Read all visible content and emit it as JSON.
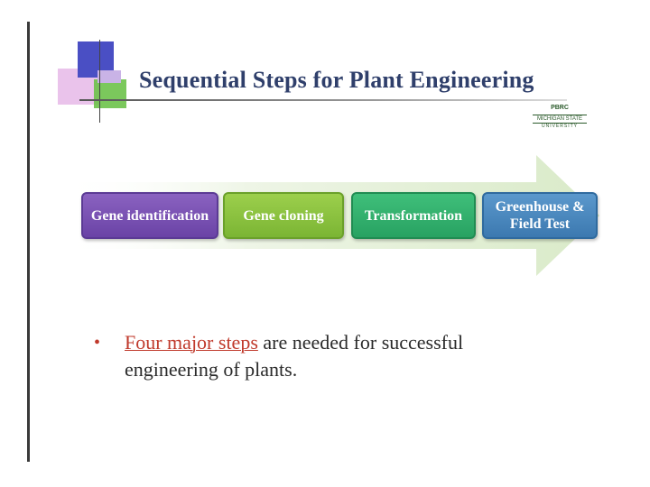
{
  "slide": {
    "title": "Sequential Steps for Plant Engineering",
    "logo": {
      "line1": "PBRC",
      "line2": "MICHIGAN STATE",
      "line3": "UNIVERSITY"
    },
    "steps": [
      {
        "label": "Gene identification",
        "color": "#6a43a6"
      },
      {
        "label": "Gene cloning",
        "color": "#7bb534"
      },
      {
        "label": "Transformation",
        "color": "#28a262"
      },
      {
        "label": "Greenhouse & Field Test",
        "color": "#3c79b0"
      }
    ],
    "bullet": {
      "highlight": "Four major steps",
      "rest": " are needed for successful engineering of plants."
    }
  }
}
